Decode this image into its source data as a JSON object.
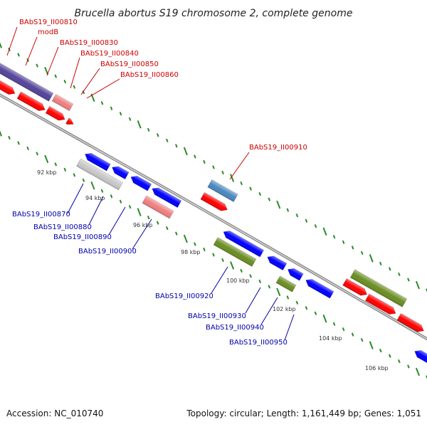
{
  "title": "Brucella abortus S19 chromosome 2, complete genome",
  "colors": {
    "forward_gene": "#ff0000",
    "reverse_gene": "#0000ff",
    "purple_gene": "#55449a",
    "olive_gene": "#6b8e23",
    "pink_gene": "#f08080",
    "steelblue_gene": "#4a88c0",
    "grey_gene": "#c8c8c8",
    "backbone": "#888888",
    "tick": "#2a8a2a"
  },
  "gene_labels_red": [
    "BAbS19_II00810",
    "modB",
    "BAbS19_II00830",
    "BAbS19_II00840",
    "BAbS19_II00850",
    "BAbS19_II00860",
    "BAbS19_II00910"
  ],
  "gene_labels_blue": [
    "BAbS19_II00870",
    "BAbS19_II00880",
    "BAbS19_II00890",
    "BAbS19_II00900",
    "BAbS19_II00920",
    "BAbS19_II00930",
    "BAbS19_II00940",
    "BAbS19_II00950"
  ],
  "kbp_labels": [
    "92 kbp",
    "94 kbp",
    "96 kbp",
    "98 kbp",
    "100 kbp",
    "102 kbp",
    "104 kbp",
    "106 kbp"
  ],
  "footer": {
    "accession": "Accession: NC_010740",
    "summary": "Topology: circular; Length: 1,161,449 bp; Genes: 1,051"
  }
}
